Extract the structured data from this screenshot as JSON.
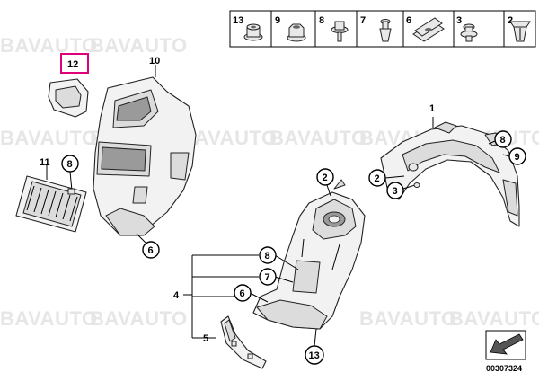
{
  "watermark": "BAVAUTO",
  "diagram_code": "00307324",
  "colors": {
    "highlight": "#e0007a"
  },
  "hardware_legend": [
    {
      "label": "13",
      "icon": "nut-icon"
    },
    {
      "label": "9",
      "icon": "hex-nut-icon"
    },
    {
      "label": "8",
      "icon": "screw-washer-icon"
    },
    {
      "label": "7",
      "icon": "clip-rivet-icon"
    },
    {
      "label": "6",
      "icon": "spring-nut-icon"
    },
    {
      "label": "3",
      "icon": "expansion-rivet-icon"
    },
    {
      "label": "2",
      "icon": "plastic-clip-icon"
    }
  ],
  "callouts": {
    "c12": "12",
    "c10": "10",
    "c11": "11",
    "c8a": "8",
    "c6a": "6",
    "c1": "1",
    "c8b": "8",
    "c9": "9",
    "c2a": "2",
    "c3": "3",
    "c2b": "2",
    "c8c": "8",
    "c7": "7",
    "c4": "4",
    "c6b": "6",
    "c5": "5",
    "c13": "13"
  }
}
